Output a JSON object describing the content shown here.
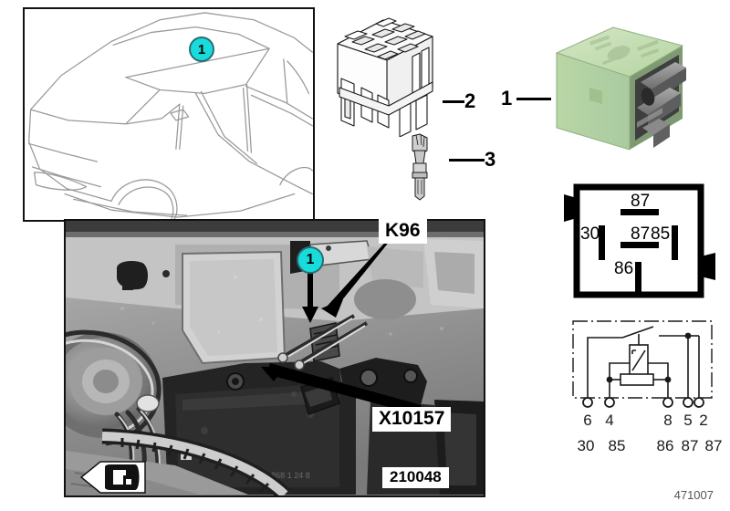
{
  "document": {
    "drawing_number": "471007"
  },
  "vehicle_panel": {
    "name": "vehicle-location-illustration",
    "callout_number": "1"
  },
  "parts": [
    {
      "index": "1",
      "label": "1",
      "name": "relay-photo"
    },
    {
      "index": "2",
      "label": "2",
      "name": "relay-socket-illustration"
    },
    {
      "index": "3",
      "label": "3",
      "name": "terminal-pin-illustration"
    }
  ],
  "relay": {
    "body_color": "#c3ddb0",
    "terminal_color": "#8a8a8a"
  },
  "pin_diagram": {
    "name": "relay-pin-footprint",
    "terminals": [
      {
        "designation": "87",
        "position": "top-center"
      },
      {
        "designation": "30",
        "position": "left"
      },
      {
        "designation": "87",
        "position": "middle-center"
      },
      {
        "designation": "85",
        "position": "right"
      },
      {
        "designation": "86",
        "position": "bottom-center"
      }
    ]
  },
  "circuit_diagram": {
    "name": "relay-internal-schematic",
    "pin_numbers": [
      "6",
      "4",
      "8",
      "5",
      "2"
    ],
    "terminal_designations": [
      "30",
      "85",
      "86",
      "87",
      "87"
    ]
  },
  "install_photo": {
    "name": "installation-location-photo",
    "photo_number": "210048",
    "callout_number": "1",
    "labels": [
      {
        "text": "K96",
        "name": "component-label-k96"
      },
      {
        "text": "X10157",
        "name": "connector-label-x10157"
      }
    ],
    "direction_marker": "direction-of-travel-forward"
  },
  "colors": {
    "callout_fill": "#18dcdc",
    "callout_stroke": "#2b6d72",
    "line": "#000000",
    "vehicle_outline": "#9a9a9a"
  }
}
